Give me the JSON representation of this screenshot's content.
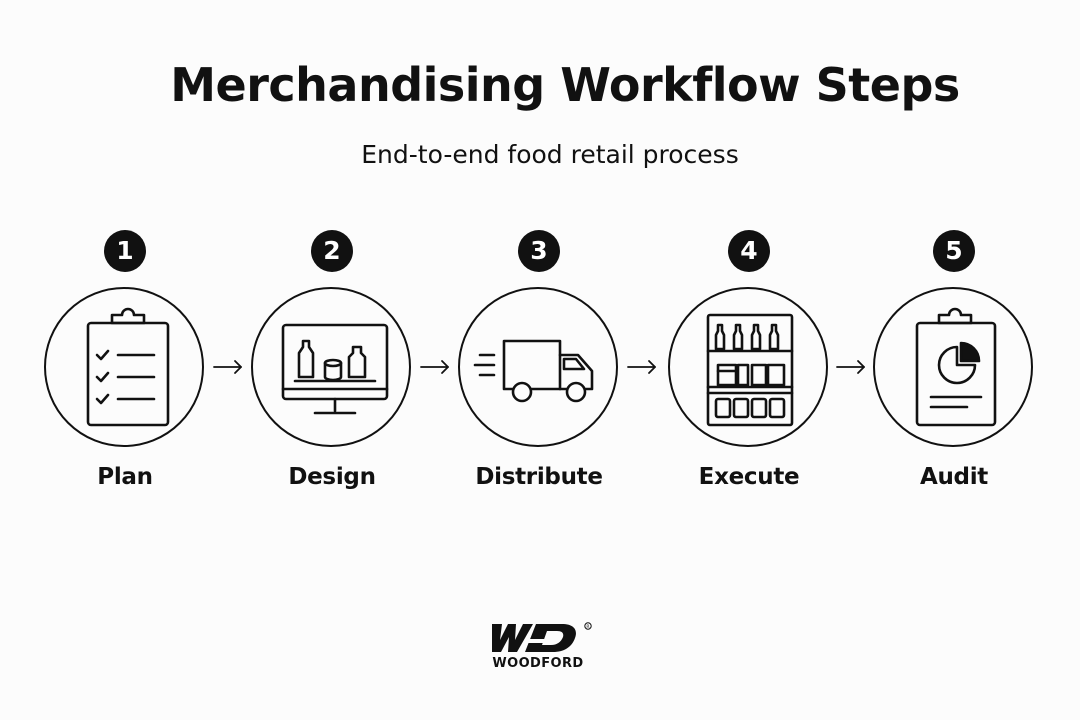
{
  "title": "Merchandising Workflow Steps",
  "subtitle": "End-to-end food retail process",
  "steps": [
    {
      "number": "1",
      "label": "Plan",
      "icon": "clipboard-checklist-icon"
    },
    {
      "number": "2",
      "label": "Design",
      "icon": "monitor-products-icon"
    },
    {
      "number": "3",
      "label": "Distribute",
      "icon": "delivery-truck-icon"
    },
    {
      "number": "4",
      "label": "Execute",
      "icon": "store-shelf-icon"
    },
    {
      "number": "5",
      "label": "Audit",
      "icon": "clipboard-pie-chart-icon"
    }
  ],
  "connector_icon": "right-arrow-icon",
  "logo": {
    "mark": "WD",
    "name": "WOODFORD"
  }
}
